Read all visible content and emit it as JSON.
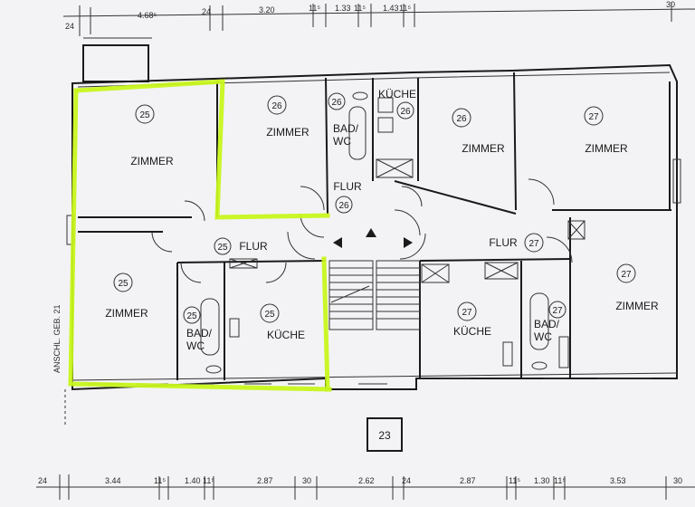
{
  "plan": {
    "top_dims": [
      "24",
      "4.68⁵",
      "24",
      "3.20",
      "11⁵",
      "1.33",
      "11⁵",
      "1.43",
      "11⁵",
      "30"
    ],
    "bottom_dims": [
      "24",
      "3.44",
      "11⁵",
      "1.40",
      "11⁵",
      "2.87",
      "30",
      "2.62",
      "24",
      "2.87",
      "11⁵",
      "1.30",
      "11⁵",
      "3.53",
      "30"
    ],
    "side_label": "ANSCHL. GEB. 21",
    "building_number": "23",
    "highlight_color": "#c8f51c",
    "rooms": [
      {
        "label": "ZIMMER",
        "unit": "25"
      },
      {
        "label": "ZIMMER",
        "unit": "26"
      },
      {
        "label": "BAD/\nWC",
        "unit": "26"
      },
      {
        "label": "KÜCHE",
        "unit": "26"
      },
      {
        "label": "ZIMMER",
        "unit": "26"
      },
      {
        "label": "ZIMMER",
        "unit": "27"
      },
      {
        "label": "FLUR",
        "unit": "26"
      },
      {
        "label": "FLUR",
        "unit": "25"
      },
      {
        "label": "ZIMMER",
        "unit": "25"
      },
      {
        "label": "BAD/\nWC",
        "unit": "25"
      },
      {
        "label": "KÜCHE",
        "unit": "25"
      },
      {
        "label": "FLUR",
        "unit": "27"
      },
      {
        "label": "ZIMMER",
        "unit": "27"
      },
      {
        "label": "KÜCHE",
        "unit": "27"
      },
      {
        "label": "BAD/\nWC",
        "unit": "27"
      }
    ]
  }
}
